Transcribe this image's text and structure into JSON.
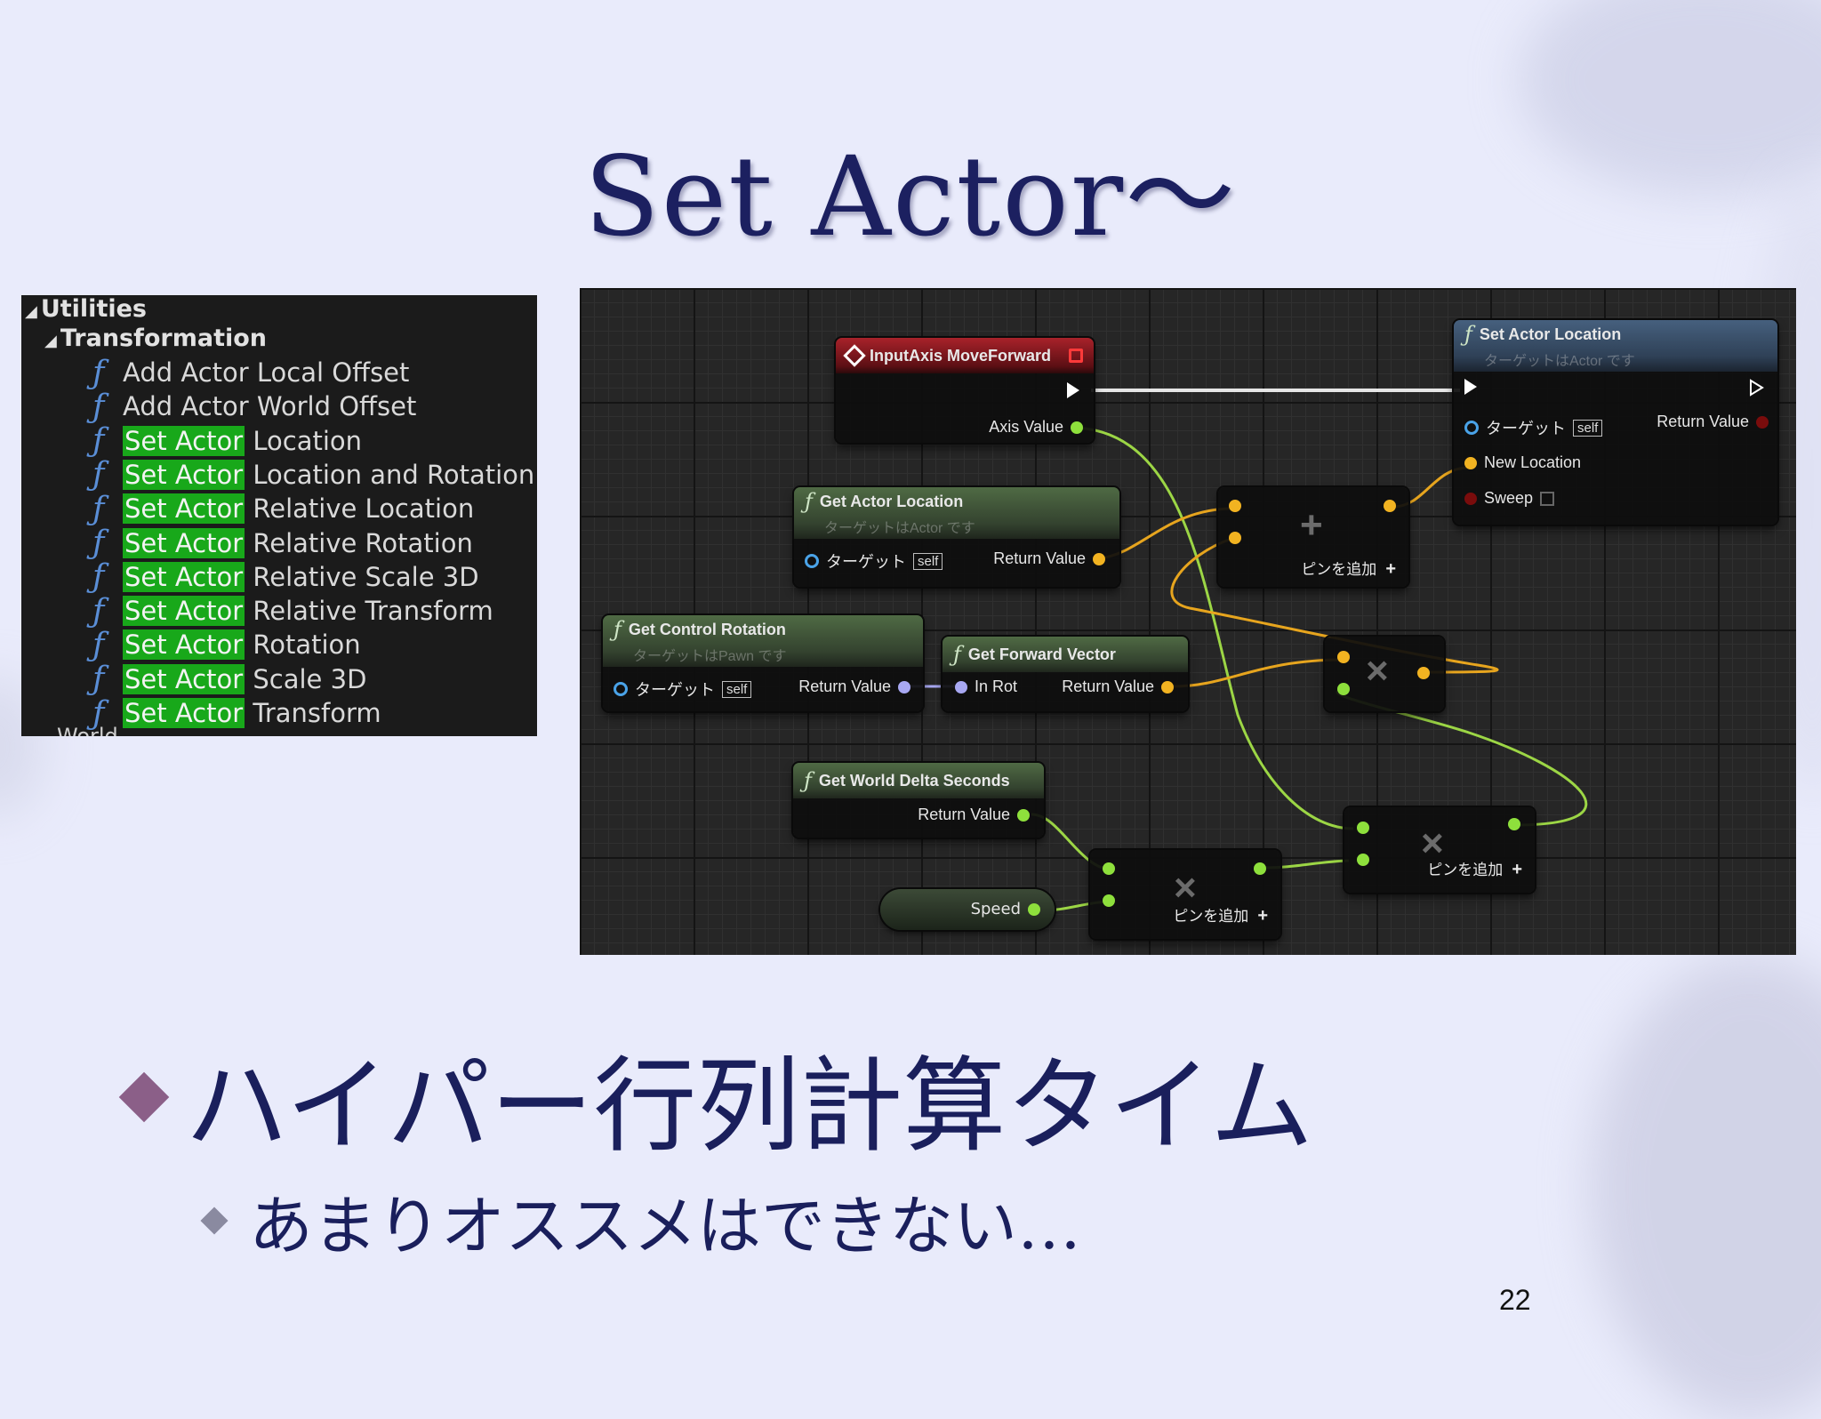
{
  "slide": {
    "title": "Set Actor～",
    "bullet_main": "ハイパー行列計算タイム",
    "bullet_sub": "あまりオススメはできない…",
    "page_number": "22"
  },
  "tree": {
    "group1": "Utilities",
    "group2": "Transformation",
    "items": [
      {
        "hl": "",
        "text": "Add Actor Local Offset"
      },
      {
        "hl": "",
        "text": "Add Actor World Offset"
      },
      {
        "hl": "Set Actor",
        "text": " Location"
      },
      {
        "hl": "Set Actor",
        "text": " Location and Rotation"
      },
      {
        "hl": "Set Actor",
        "text": " Relative Location"
      },
      {
        "hl": "Set Actor",
        "text": " Relative Rotation"
      },
      {
        "hl": "Set Actor",
        "text": " Relative Scale 3D"
      },
      {
        "hl": "Set Actor",
        "text": " Relative Transform"
      },
      {
        "hl": "Set Actor",
        "text": " Rotation"
      },
      {
        "hl": "Set Actor",
        "text": " Scale 3D"
      },
      {
        "hl": "Set Actor",
        "text": " Transform"
      }
    ],
    "cut_label": "World"
  },
  "graph": {
    "input_axis": {
      "title": "InputAxis MoveForward",
      "axis_value": "Axis Value"
    },
    "set_actor_location": {
      "title": "Set Actor Location",
      "subtitle": "ターゲットはActor です",
      "target": "ターゲット",
      "self": "self",
      "return_value": "Return Value",
      "new_location": "New Location",
      "sweep": "Sweep"
    },
    "get_actor_location": {
      "title": "Get Actor Location",
      "subtitle": "ターゲットはActor です",
      "target": "ターゲット",
      "self": "self",
      "return_value": "Return Value"
    },
    "get_control_rotation": {
      "title": "Get Control Rotation",
      "subtitle": "ターゲットはPawn です",
      "target": "ターゲット",
      "self": "self",
      "return_value": "Return Value"
    },
    "get_forward_vector": {
      "title": "Get Forward Vector",
      "in_rot": "In Rot",
      "return_value": "Return Value"
    },
    "get_world_delta_seconds": {
      "title": "Get World Delta Seconds",
      "return_value": "Return Value"
    },
    "speed_var": {
      "label": "Speed"
    },
    "add_pin_label": "ピンを追加",
    "add_symbol": "+",
    "mul_symbol": "×",
    "colors": {
      "exec": "#ffffff",
      "float": "#8ee03c",
      "vector": "#f2b321",
      "rotator": "#a8a8f2",
      "object": "#4aa3e8",
      "bool": "#7a0c0c"
    }
  }
}
